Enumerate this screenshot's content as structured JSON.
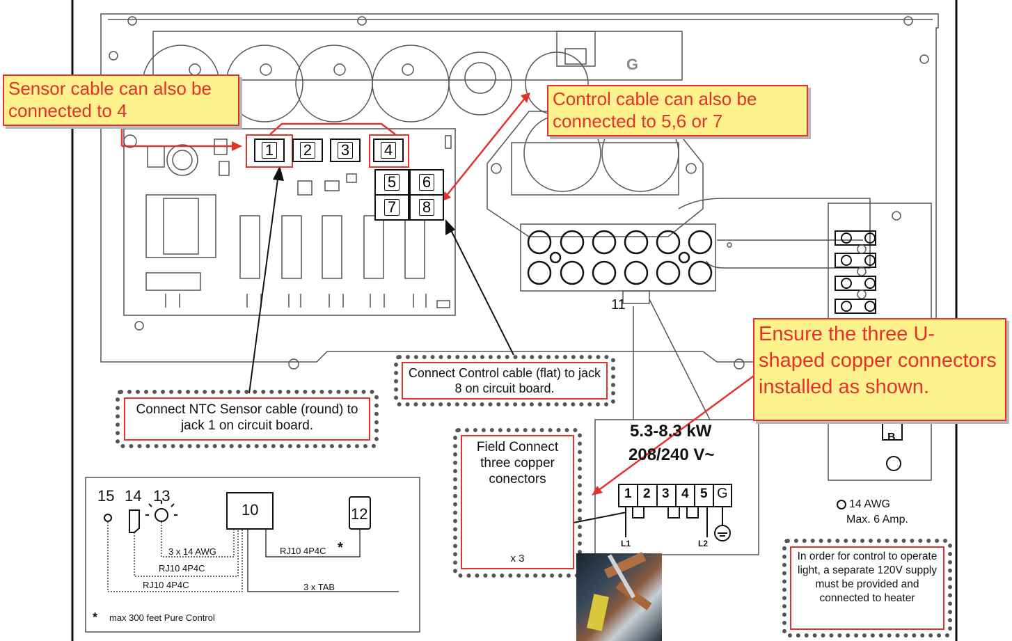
{
  "callouts": {
    "sensor_alt": "Sensor cable can also be connected to 4",
    "control_alt": "Control cable can also be connected to 5,6 or 7",
    "u_connectors": "Ensure the three U-shaped copper connectors installed as shown."
  },
  "notes": {
    "control_cable": "Connect Control cable (flat) to jack 8 on circuit board.",
    "ntc_sensor": "Connect NTC Sensor cable (round) to jack 1 on circuit board.",
    "field_connect": "Field Connect three copper conectors",
    "field_qty": "x 3",
    "light_supply": "In order for control to operate light, a separate 120V supply must be provided and connected to heater"
  },
  "board": {
    "jacks": [
      "1",
      "2",
      "3",
      "4",
      "5",
      "6",
      "7",
      "8"
    ],
    "terminal_block_label": "11",
    "ground_label": "G"
  },
  "power": {
    "rating": "5.3-8.3 kW",
    "voltage": "208/240 V~",
    "terminals": [
      "1",
      "2",
      "3",
      "4",
      "5",
      "G"
    ],
    "l1": "L1",
    "l2": "L2"
  },
  "light": {
    "wire": "14 AWG",
    "max": "Max. 6 Amp.",
    "block_label": "B"
  },
  "legend": {
    "numbers": [
      "15",
      "14",
      "13"
    ],
    "box10": "10",
    "box12": "12",
    "w_awg": "3 x 14 AWG",
    "w_rj_a": "RJ10 4P4C",
    "w_rj_b": "RJ10 4P4C",
    "w_rj_c": "RJ10 4P4C",
    "star": "*",
    "w_tab": "3 x TAB",
    "footnote_star": "*",
    "footnote": "max 300 feet Pure Control"
  },
  "colors": {
    "accent_red": "#e3312e",
    "callout_fill": "#fdf28c"
  }
}
